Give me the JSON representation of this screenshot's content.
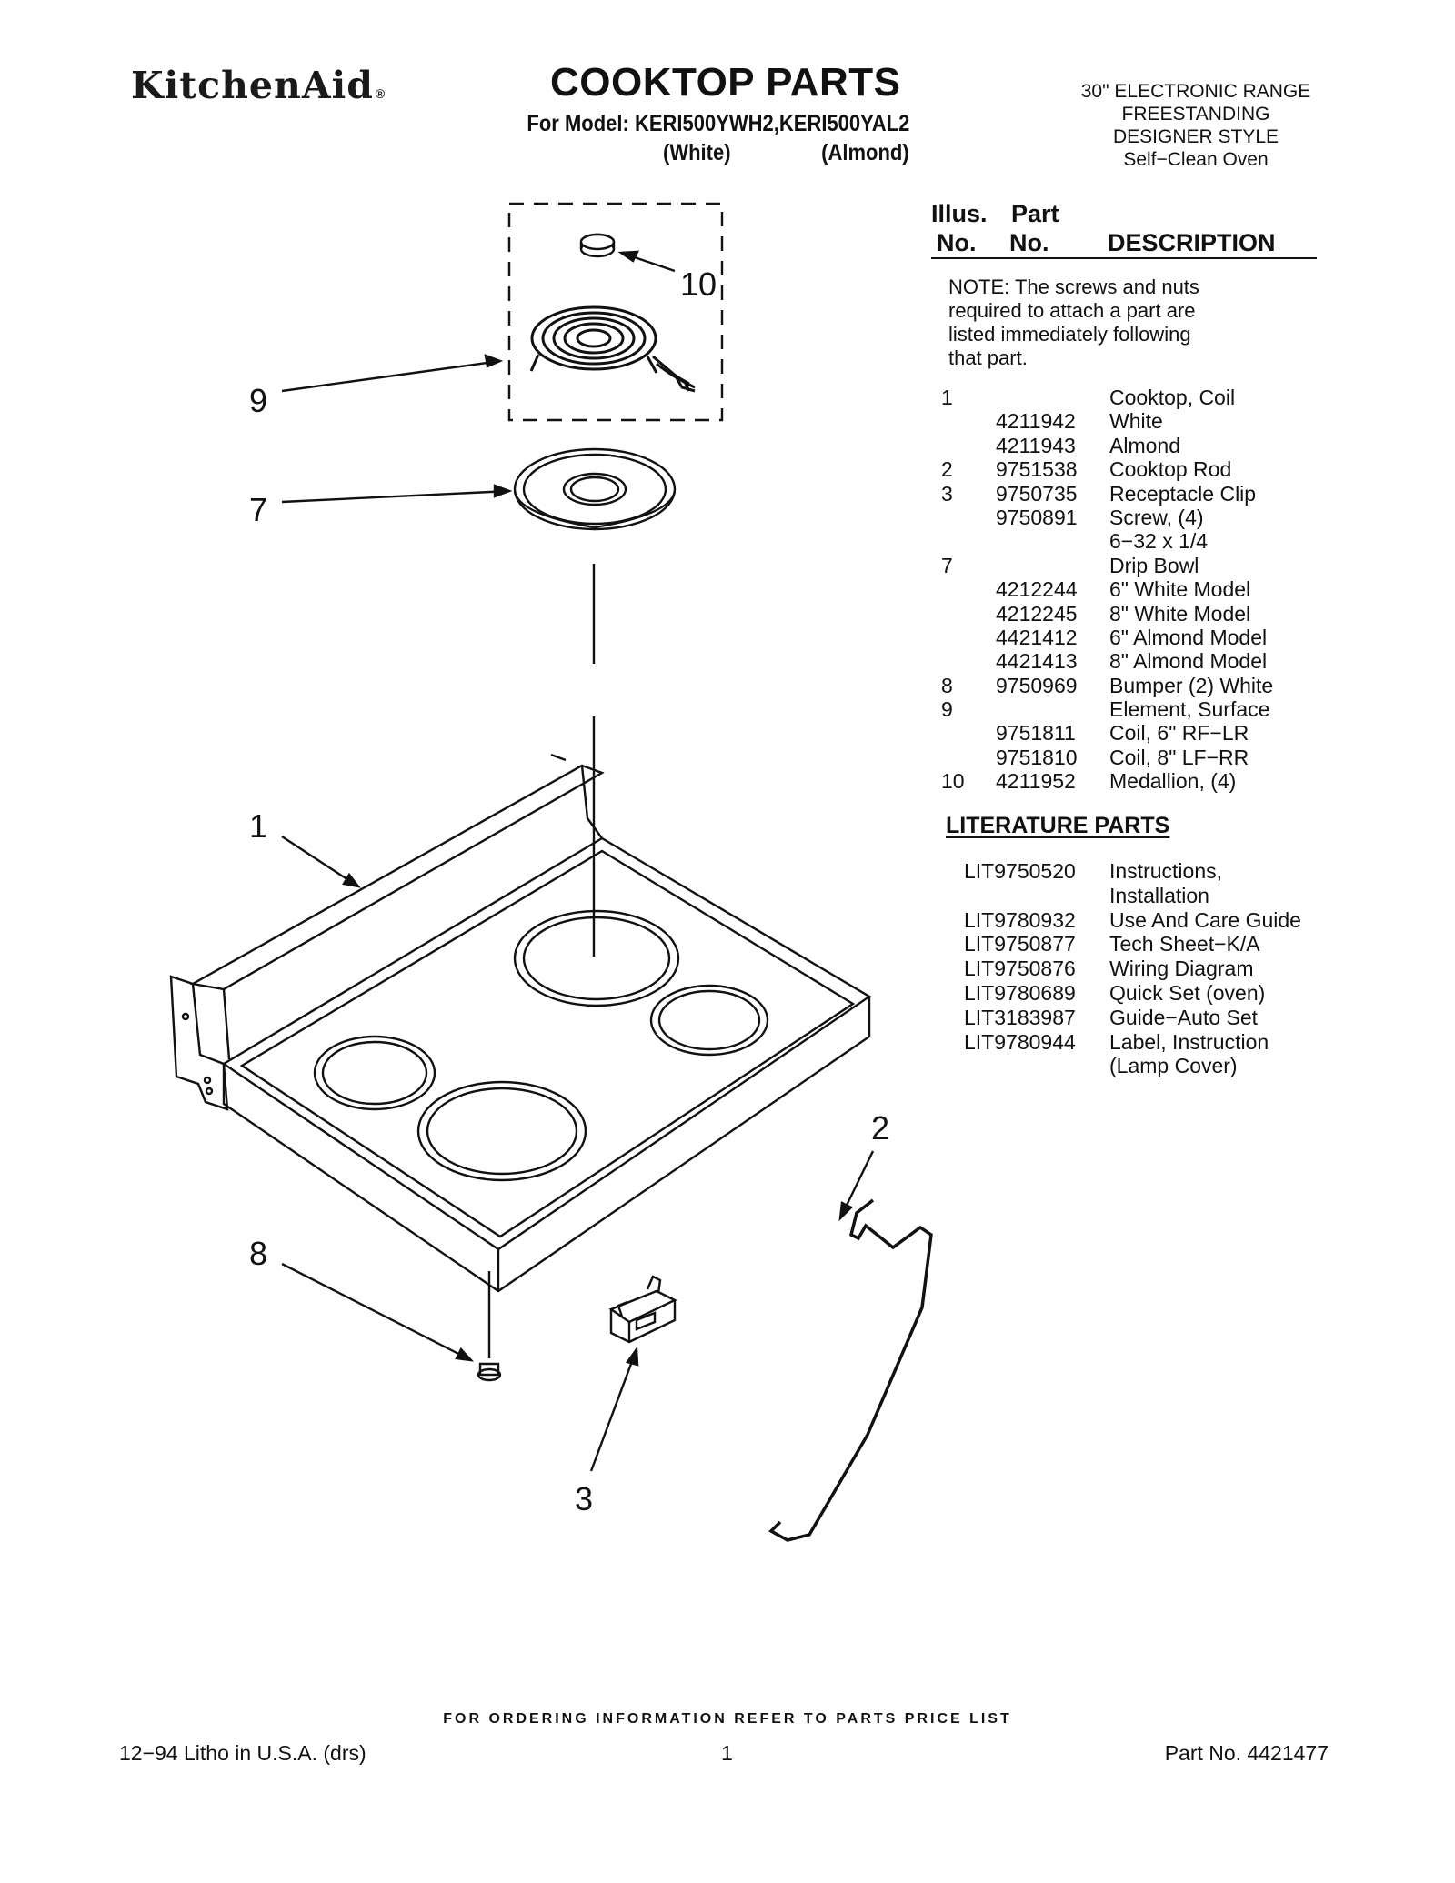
{
  "header": {
    "brand": "KitchenAid",
    "brand_mark": "®",
    "title": "COOKTOP PARTS",
    "model_line": "For Model: KERI500YWH2,KERI500YAL2",
    "color_white": "(White)",
    "color_almond": "(Almond)",
    "range_info": [
      "30\" ELECTRONIC RANGE",
      "FREESTANDING",
      "DESIGNER STYLE",
      "Self−Clean Oven"
    ]
  },
  "diagram": {
    "callouts": [
      "10",
      "9",
      "7",
      "1",
      "2",
      "8",
      "3"
    ]
  },
  "parts_table": {
    "header_illus": [
      "Illus.",
      "No."
    ],
    "header_part": [
      "Part",
      "No."
    ],
    "header_desc": "DESCRIPTION",
    "note": [
      "NOTE: The screws and nuts",
      "required to attach a part are",
      "listed immediately following",
      " that part."
    ],
    "rows": [
      {
        "illus": "1",
        "part": "",
        "desc": "Cooktop, Coil"
      },
      {
        "illus": "",
        "part": "4211942",
        "desc": "White"
      },
      {
        "illus": "",
        "part": "4211943",
        "desc": "Almond"
      },
      {
        "illus": "2",
        "part": "9751538",
        "desc": "Cooktop Rod"
      },
      {
        "illus": "3",
        "part": "9750735",
        "desc": "Receptacle Clip"
      },
      {
        "illus": "",
        "part": "9750891",
        "desc": "Screw, (4)"
      },
      {
        "illus": "",
        "part": "",
        "desc": "6−32 x 1/4"
      },
      {
        "illus": "7",
        "part": "",
        "desc": "Drip Bowl"
      },
      {
        "illus": "",
        "part": "4212244",
        "desc": "6\" White Model"
      },
      {
        "illus": "",
        "part": "4212245",
        "desc": "8\" White Model"
      },
      {
        "illus": "",
        "part": "4421412",
        "desc": "6\" Almond Model"
      },
      {
        "illus": "",
        "part": "4421413",
        "desc": "8\" Almond Model"
      },
      {
        "illus": "8",
        "part": "9750969",
        "desc": "Bumper (2) White"
      },
      {
        "illus": "9",
        "part": "",
        "desc": "Element, Surface"
      },
      {
        "illus": "",
        "part": "9751811",
        "desc": "Coil, 6\" RF−LR"
      },
      {
        "illus": "",
        "part": "9751810",
        "desc": "Coil, 8\" LF−RR"
      },
      {
        "illus": "10",
        "part": "4211952",
        "desc": "Medallion, (4)"
      }
    ]
  },
  "literature": {
    "title": "LITERATURE PARTS",
    "rows": [
      {
        "part": "LIT9750520",
        "desc": "Instructions,"
      },
      {
        "part": "",
        "desc": "Installation"
      },
      {
        "part": "LIT9780932",
        "desc": "Use And Care Guide"
      },
      {
        "part": "LIT9750877",
        "desc": "Tech Sheet−K/A"
      },
      {
        "part": "LIT9750876",
        "desc": "Wiring Diagram"
      },
      {
        "part": "LIT9780689",
        "desc": "Quick Set (oven)"
      },
      {
        "part": "LIT3183987",
        "desc": "Guide−Auto Set"
      },
      {
        "part": "LIT9780944",
        "desc": "Label, Instruction"
      },
      {
        "part": "",
        "desc": "(Lamp Cover)"
      }
    ]
  },
  "footer": {
    "ordering": "FOR ORDERING INFORMATION REFER TO PARTS PRICE LIST",
    "litho": "12−94 Litho in U.S.A. (drs)",
    "page": "1",
    "part_no": "Part No. 4421477"
  }
}
